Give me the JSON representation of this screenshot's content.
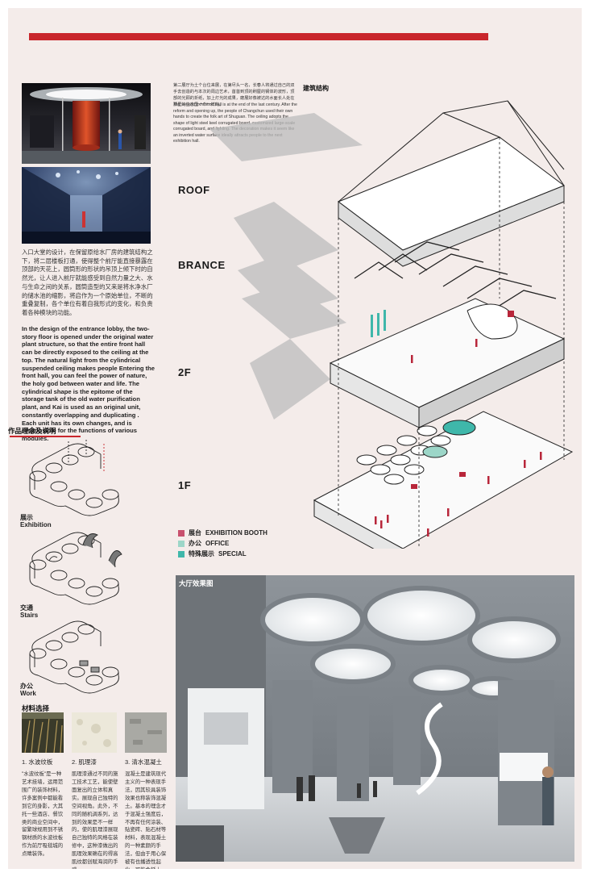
{
  "intro": {
    "cn": "入口大堂的设计，在保留原给水厂房的建筑结构之下，将二层楼板打通，使得整个前厅能直接暴露在顶部的天花上，圆筒形的形状的吊顶上倾下时的自然光，让人进入前厅就能感受到自然力量之大、水与生命之间的关系，圆筒造型的又来是将水净水厂的储水池的缩影，将启作为一个原始单位，不断的重叠复制，各个单位有着自我形式的变化，和负责着各种模块的功能。",
    "en": "In the design of the entrance lobby, the two-story floor is opened under the original water plant structure, so that the entire front hall can be directly exposed to the ceiling at the top. The natural light from the cylindrical suspended ceiling makes people Entering the front hall, you can feel the power of nature, the holy god between water and life. The cylindrical shape is the epitome of the storage tank of the old water purification plant, and Kai is used as an original unit, constantly overlapping and duplicating . Each unit has its own changes, and is responsible for the functions of various modules."
  },
  "concept": {
    "title": "作品理念及说明",
    "items": [
      {
        "cn": "展示",
        "en": "Exhibition"
      },
      {
        "cn": "交通",
        "en": "Stairs"
      },
      {
        "cn": "办公",
        "en": "Work"
      }
    ]
  },
  "top_note": {
    "cn": "第二展厅为土个台位来展，在第尽头一名，长春人将通过自己的双手去创造的与本次的周边艺术，首首到顶的刷屋的钢体的波形，顶部的光顾的折纸，加上灯光的成果，磨展好像被达的水面长人处在那里的生态里一个一样的。",
    "en": "The second exhibition hall is at the end of the last century. After the reform and opening up, the people of Changchun used their own hands to create the folk art of Shuguan. The ceiling adopts the shape of light steel keel corrugated board, customized large-scale corrugated board, and lighting. The decoration makes it seem like an inverted water surface ideally attracts people to the next exhibition hall."
  },
  "structure_title": "建筑结构",
  "layers": [
    "ROOF",
    "BRANCE",
    "2F",
    "1F"
  ],
  "legend": [
    {
      "cn": "展台",
      "en": "EXHIBITION BOOTH",
      "color": "#c8506e"
    },
    {
      "cn": "办公",
      "en": "OFFICE",
      "color": "#9cd6c8"
    },
    {
      "cn": "特殊展示",
      "en": "SPECIAL",
      "color": "#3fb7aa"
    }
  ],
  "materials": {
    "title": "材料选择",
    "items": [
      {
        "label": "1. 水波纹板",
        "text": "\"水波纹板\"是一种艺术挂墙，运用范围广的装饰材料，许多案例中都能看到它的身影，大其托一些酒店、餐饮类的商业空间中，留繁球规用到不锈钢材质的水波纹板作为前厅吸毯城的点睛装饰。"
      },
      {
        "label": "2. 肌理漆",
        "text": "肌理漆通过不同的施工技术工艺，能使壁面复出的立体和真实。展现自己独特的空间视角。此外，不同的随机调系列，达到的效果是不一样的，使的肌理漆展现自己独特的风格在装修中，这种漆做出的肌理效果确在的得高肌纹都创赋海润的手感。"
      },
      {
        "label": "3. 清水混凝土",
        "text": "混凝土是建筑现代主义的一种表现手法，因其较具装饰效果也称装饰混凝土。基本的理念才于混凝土强度后，不再有任何涂装、贴瓷砖、贴石材等材料，表现混凝土的一种素颜的手法，但由于用心保被有也播透性起化。可能会耗上一层防水保护膜。"
      }
    ]
  },
  "hall_title": "大厅效果图"
}
